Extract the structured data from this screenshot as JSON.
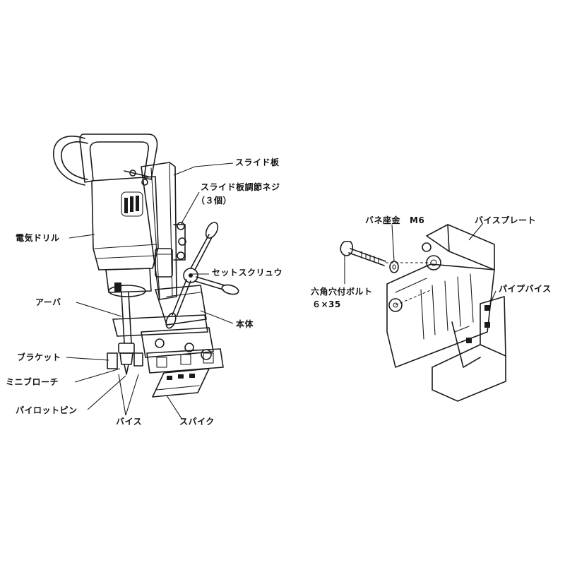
{
  "labels": {
    "slide_plate": "スライド板",
    "slide_adjust_screw": "スライド板調節ネジ",
    "slide_adjust_screw_count": "（３個）",
    "electric_drill": "電気ドリル",
    "set_screw": "セットスクリュウ",
    "arbor": "アーバ",
    "main_body": "本体",
    "bracket": "ブラケット",
    "mini_broach": "ミニブローチ",
    "pilot_pin": "パイロットピン",
    "vise": "バイス",
    "spike": "スパイク",
    "spring_washer": "バネ座金",
    "m6": "M6",
    "vise_plate": "バイスプレート",
    "hex_socket_bolt": "六角穴付ボルト",
    "bolt_size": "６×35",
    "pipe_vise": "パイプバイス"
  }
}
